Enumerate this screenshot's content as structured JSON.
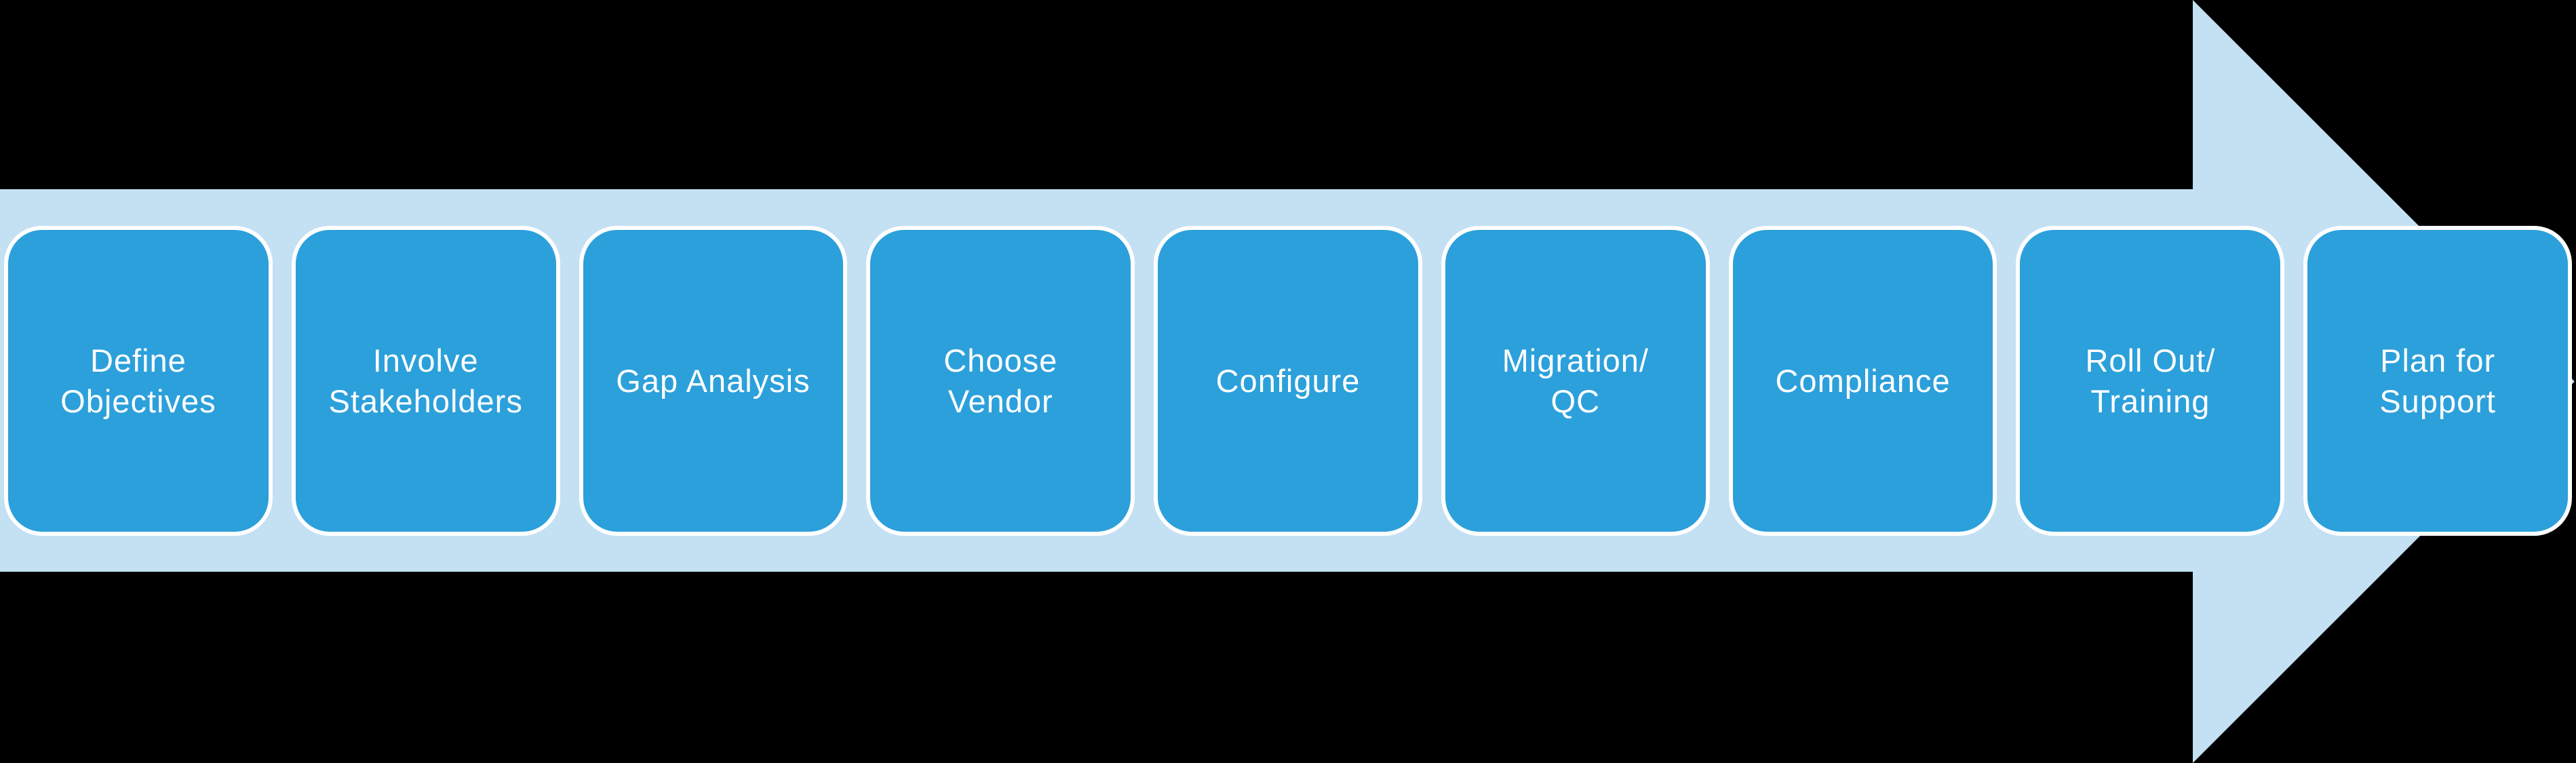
{
  "diagram": {
    "type": "process-flow-arrow",
    "direction": "right",
    "colors": {
      "background": "#000000",
      "arrow_fill": "#C4E0F3",
      "box_fill": "#2CA0DB",
      "box_border": "#FFFFFF",
      "text": "#FFFFFF"
    },
    "steps": [
      {
        "label": "Define\nObjectives"
      },
      {
        "label": "Involve\nStakeholders"
      },
      {
        "label": "Gap Analysis"
      },
      {
        "label": "Choose\nVendor"
      },
      {
        "label": "Configure"
      },
      {
        "label": "Migration/\nQC"
      },
      {
        "label": "Compliance"
      },
      {
        "label": "Roll Out/\nTraining"
      },
      {
        "label": "Plan for\nSupport"
      }
    ]
  }
}
